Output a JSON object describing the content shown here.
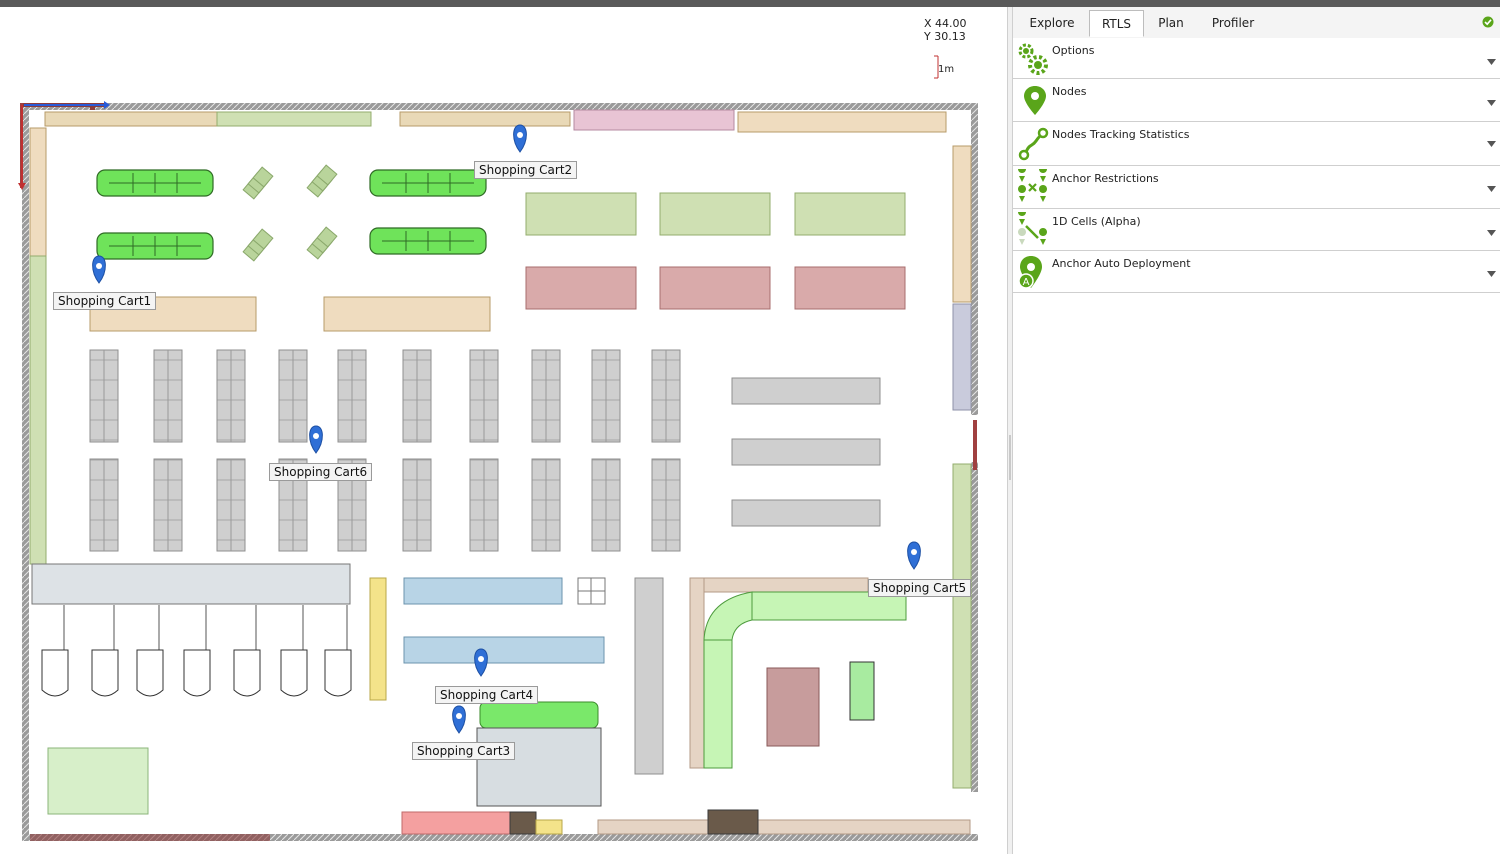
{
  "coords": {
    "x_label": "X 44.00",
    "y_label": "Y 30.13"
  },
  "scale": {
    "label": "1m"
  },
  "tabs": [
    {
      "label": "Explore",
      "active": false
    },
    {
      "label": "RTLS",
      "active": true
    },
    {
      "label": "Plan",
      "active": false
    },
    {
      "label": "Profiler",
      "active": false
    }
  ],
  "sections": [
    {
      "title": "Options",
      "icon": "gears-icon"
    },
    {
      "title": "Nodes",
      "icon": "location-pin-icon"
    },
    {
      "title": "Nodes Tracking Statistics",
      "icon": "tracking-path-icon"
    },
    {
      "title": "Anchor Restrictions",
      "icon": "anchor-restrictions-icon"
    },
    {
      "title": "1D Cells (Alpha)",
      "icon": "one-d-cells-icon"
    },
    {
      "title": "Anchor Auto Deployment",
      "icon": "anchor-auto-deploy-icon"
    }
  ],
  "carts": [
    {
      "name": "Shopping Cart1"
    },
    {
      "name": "Shopping Cart2"
    },
    {
      "name": "Shopping Cart3"
    },
    {
      "name": "Shopping Cart4"
    },
    {
      "name": "Shopping Cart5"
    },
    {
      "name": "Shopping Cart6"
    }
  ],
  "colors": {
    "accent_green": "#5aa51a",
    "pin_blue": "#2f6fd6",
    "wall": "#8c3c3c"
  }
}
